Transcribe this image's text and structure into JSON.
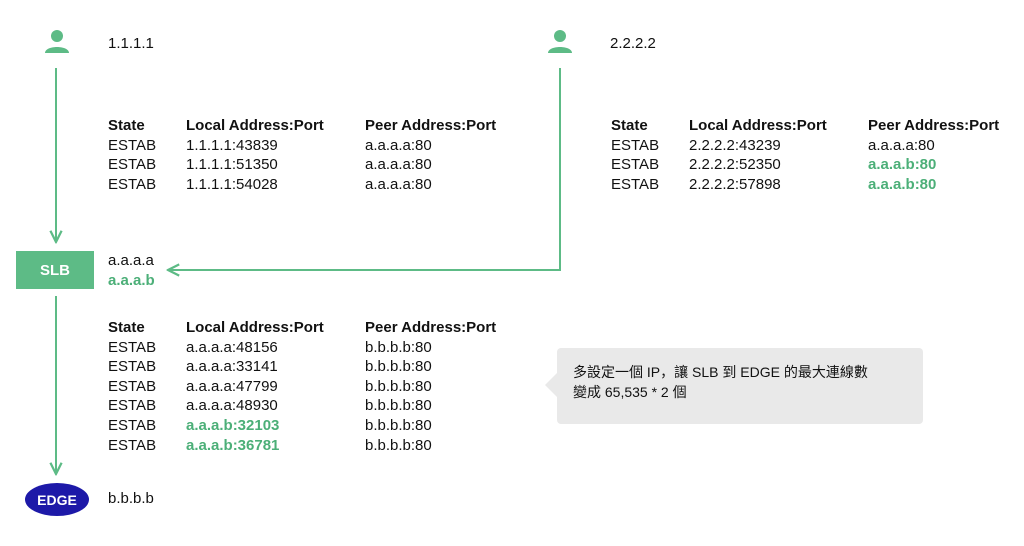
{
  "colors": {
    "accent_green": "#5dbb86",
    "highlight_green": "#4caf78",
    "edge_blue": "#1d19a8",
    "callout_bg": "#e9e9e9"
  },
  "clients": [
    {
      "icon": "user-icon",
      "ip": "1.1.1.1"
    },
    {
      "icon": "user-icon",
      "ip": "2.2.2.2"
    }
  ],
  "headers": {
    "state": "State",
    "local": "Local Address:Port",
    "peer": "Peer Address:Port"
  },
  "table_client1": [
    {
      "state": "ESTAB",
      "local": "1.1.1.1:43839",
      "peer": "a.a.a.a:80"
    },
    {
      "state": "ESTAB",
      "local": "1.1.1.1:51350",
      "peer": "a.a.a.a:80"
    },
    {
      "state": "ESTAB",
      "local": "1.1.1.1:54028",
      "peer": "a.a.a.a:80"
    }
  ],
  "table_client2": [
    {
      "state": "ESTAB",
      "local": "2.2.2.2:43239",
      "peer": "a.a.a.a:80"
    },
    {
      "state": "ESTAB",
      "local": "2.2.2.2:52350",
      "peer": "a.a.a.b:80",
      "highlight": "peer"
    },
    {
      "state": "ESTAB",
      "local": "2.2.2.2:57898",
      "peer": "a.a.a.b:80",
      "highlight": "peer"
    }
  ],
  "slb": {
    "label": "SLB",
    "ip1": "a.a.a.a",
    "ip2": "a.a.a.b"
  },
  "table_slb": [
    {
      "state": "ESTAB",
      "local": "a.a.a.a:48156",
      "peer": "b.b.b.b:80"
    },
    {
      "state": "ESTAB",
      "local": "a.a.a.a:33141",
      "peer": "b.b.b.b:80"
    },
    {
      "state": "ESTAB",
      "local": "a.a.a.a:47799",
      "peer": "b.b.b.b:80"
    },
    {
      "state": "ESTAB",
      "local": "a.a.a.a:48930",
      "peer": "b.b.b.b:80"
    },
    {
      "state": "ESTAB",
      "local": "a.a.a.b:32103",
      "peer": "b.b.b.b:80",
      "highlight": "local"
    },
    {
      "state": "ESTAB",
      "local": "a.a.a.b:36781",
      "peer": "b.b.b.b:80",
      "highlight": "local"
    }
  ],
  "edge": {
    "label": "EDGE",
    "ip": "b.b.b.b"
  },
  "callout": {
    "line1": "多設定一個 IP，讓 SLB 到 EDGE 的最大連線數",
    "line2": "變成 65,535 * 2 個"
  }
}
